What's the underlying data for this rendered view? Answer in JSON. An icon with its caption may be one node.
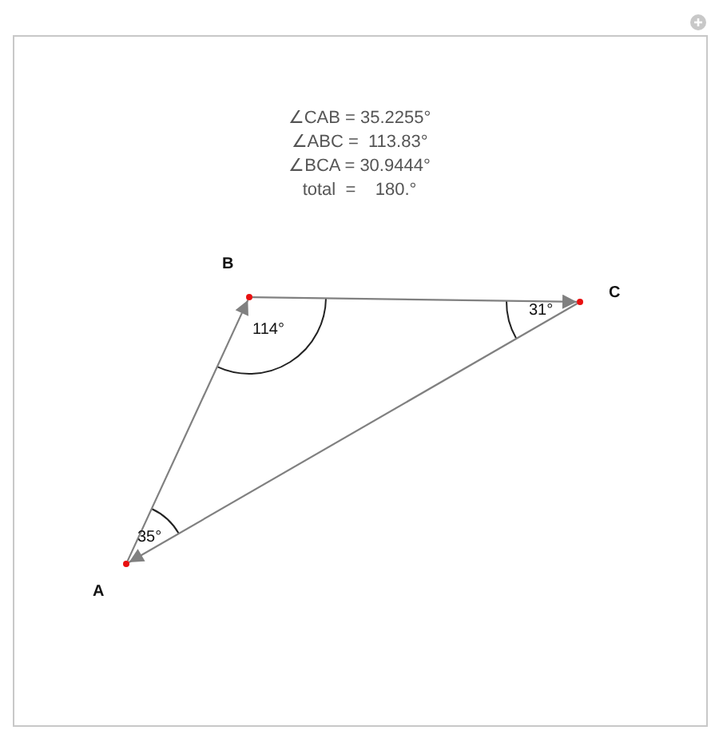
{
  "diagram": {
    "nodes": [
      {
        "text": [],
        "shape": "circle",
        "beside": [
          "A"
        ]
      },
      {
        "text": [],
        "shape": "circle",
        "beside": [
          "B"
        ]
      },
      {
        "text": [],
        "shape": "circle",
        "beside": [
          "C"
        ]
      }
    ],
    "edges": [
      {
        "from": 0,
        "to": 1,
        "arrow": "to"
      },
      {
        "from": 1,
        "to": 2,
        "arrow": "to"
      },
      {
        "from": 2,
        "to": 0,
        "arrow": "to"
      }
    ],
    "labels": [
      "∠CAB = 35.2255°",
      "∠ABC =  113.83°",
      "∠BCA = 30.9444°",
      "total  =    180.°",
      "114°",
      "31°",
      "35°"
    ]
  }
}
